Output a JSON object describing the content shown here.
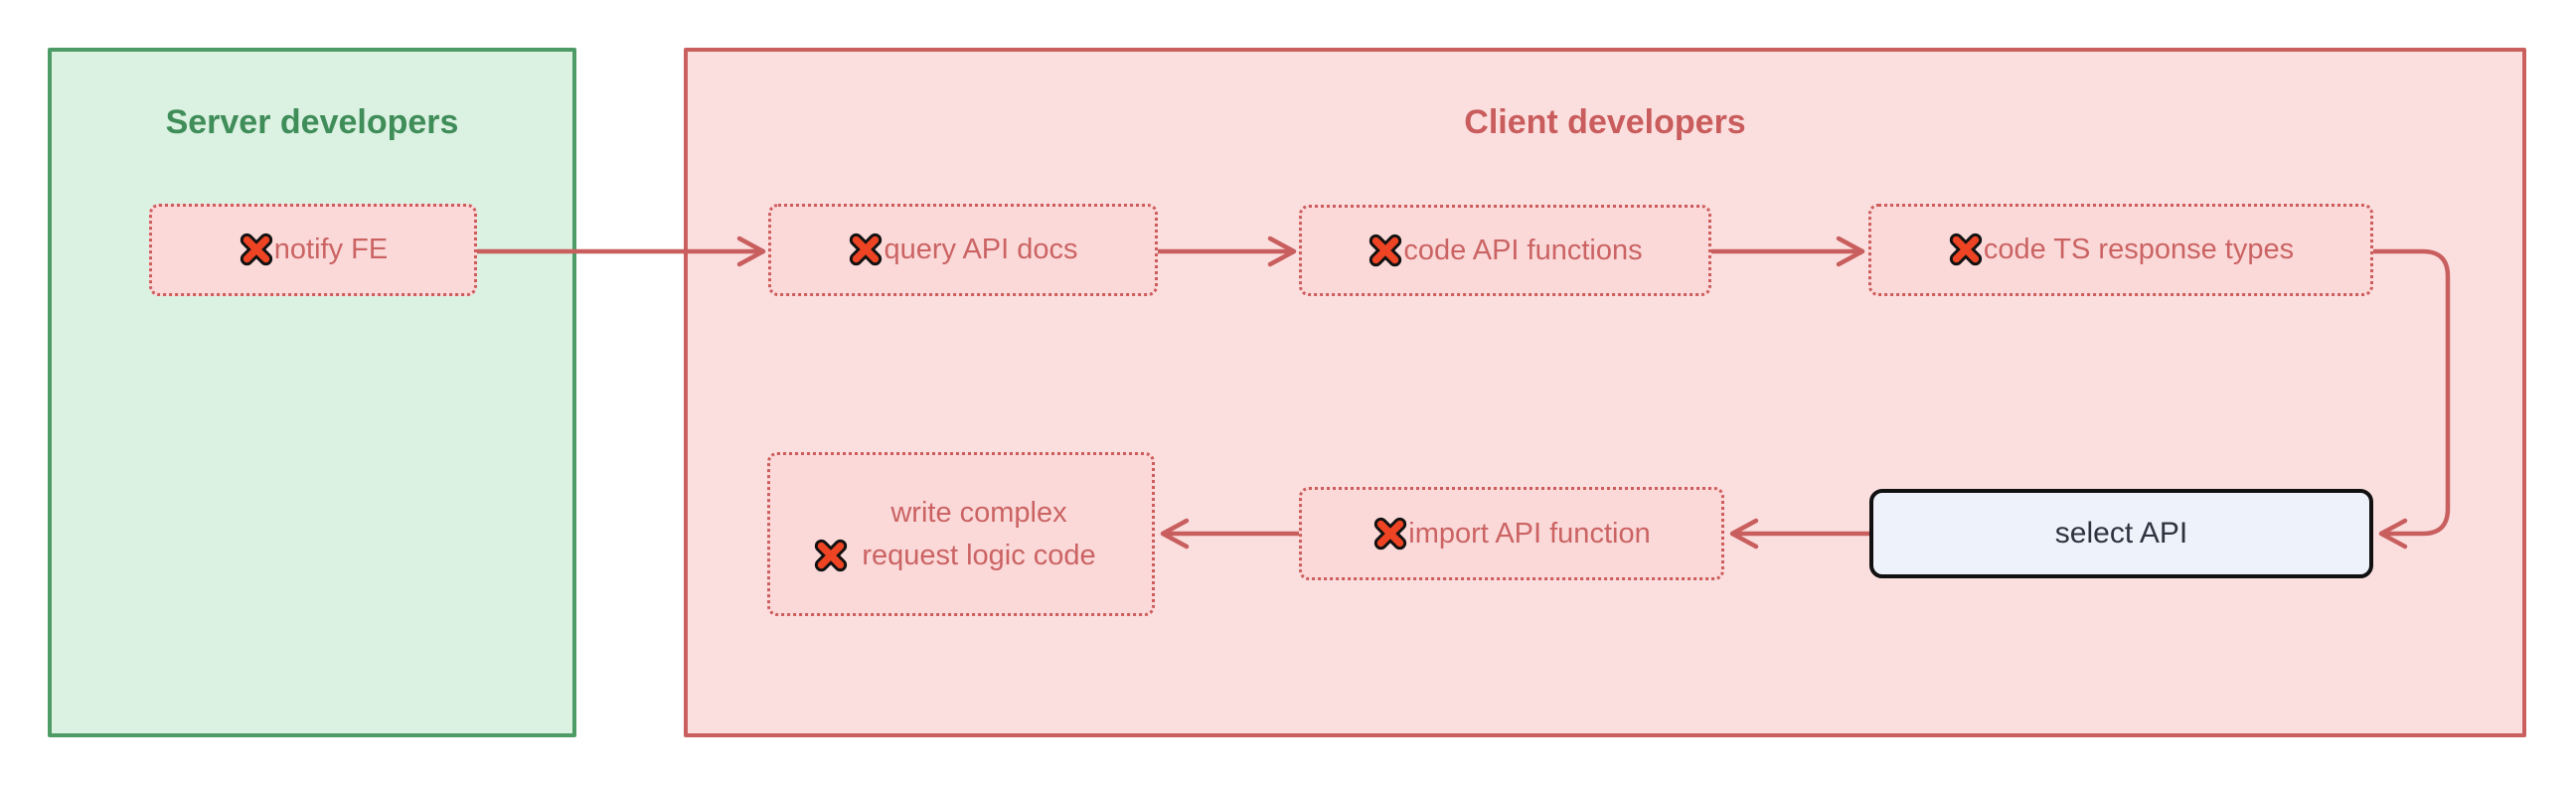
{
  "diagram": {
    "type": "flowchart",
    "groups": {
      "server": {
        "title": "Server developers"
      },
      "client": {
        "title": "Client developers"
      }
    },
    "nodes": {
      "notify_fe": {
        "label": "notify FE",
        "status": "failed",
        "group": "server"
      },
      "query_api_docs": {
        "label": "query API docs",
        "status": "failed",
        "group": "client"
      },
      "code_api_functions": {
        "label": "code API functions",
        "status": "failed",
        "group": "client"
      },
      "code_ts_response_types": {
        "label": "code TS response types",
        "status": "failed",
        "group": "client"
      },
      "select_api": {
        "label": "select API",
        "status": "current",
        "group": "client"
      },
      "import_api_function": {
        "label": "import API function",
        "status": "failed",
        "group": "client"
      },
      "write_complex_logic": {
        "label": "write complex request logic code",
        "status": "failed",
        "group": "client"
      }
    },
    "edges": [
      {
        "from": "notify_fe",
        "to": "query_api_docs"
      },
      {
        "from": "query_api_docs",
        "to": "code_api_functions"
      },
      {
        "from": "code_api_functions",
        "to": "code_ts_response_types"
      },
      {
        "from": "code_ts_response_types",
        "to": "select_api"
      },
      {
        "from": "select_api",
        "to": "import_api_function"
      },
      {
        "from": "import_api_function",
        "to": "write_complex_logic"
      }
    ],
    "icons": {
      "failed_marker": "cross-mark-icon"
    },
    "colors": {
      "server_fill": "#dbf1e2",
      "server_border": "#4e9b66",
      "server_title": "#3f8d58",
      "client_fill": "#fbdfdf",
      "client_border": "#ca5f5f",
      "client_title": "#c95c5c",
      "task_fill": "#fbd9d9",
      "task_border": "#cd5c5c",
      "task_text": "#cb6363",
      "selected_fill": "#eef2fa",
      "selected_border": "#111111",
      "selected_text": "#2d333f",
      "edge": "#c95e5e",
      "cross_fill": "#ee4424",
      "cross_outline": "#111111"
    }
  }
}
